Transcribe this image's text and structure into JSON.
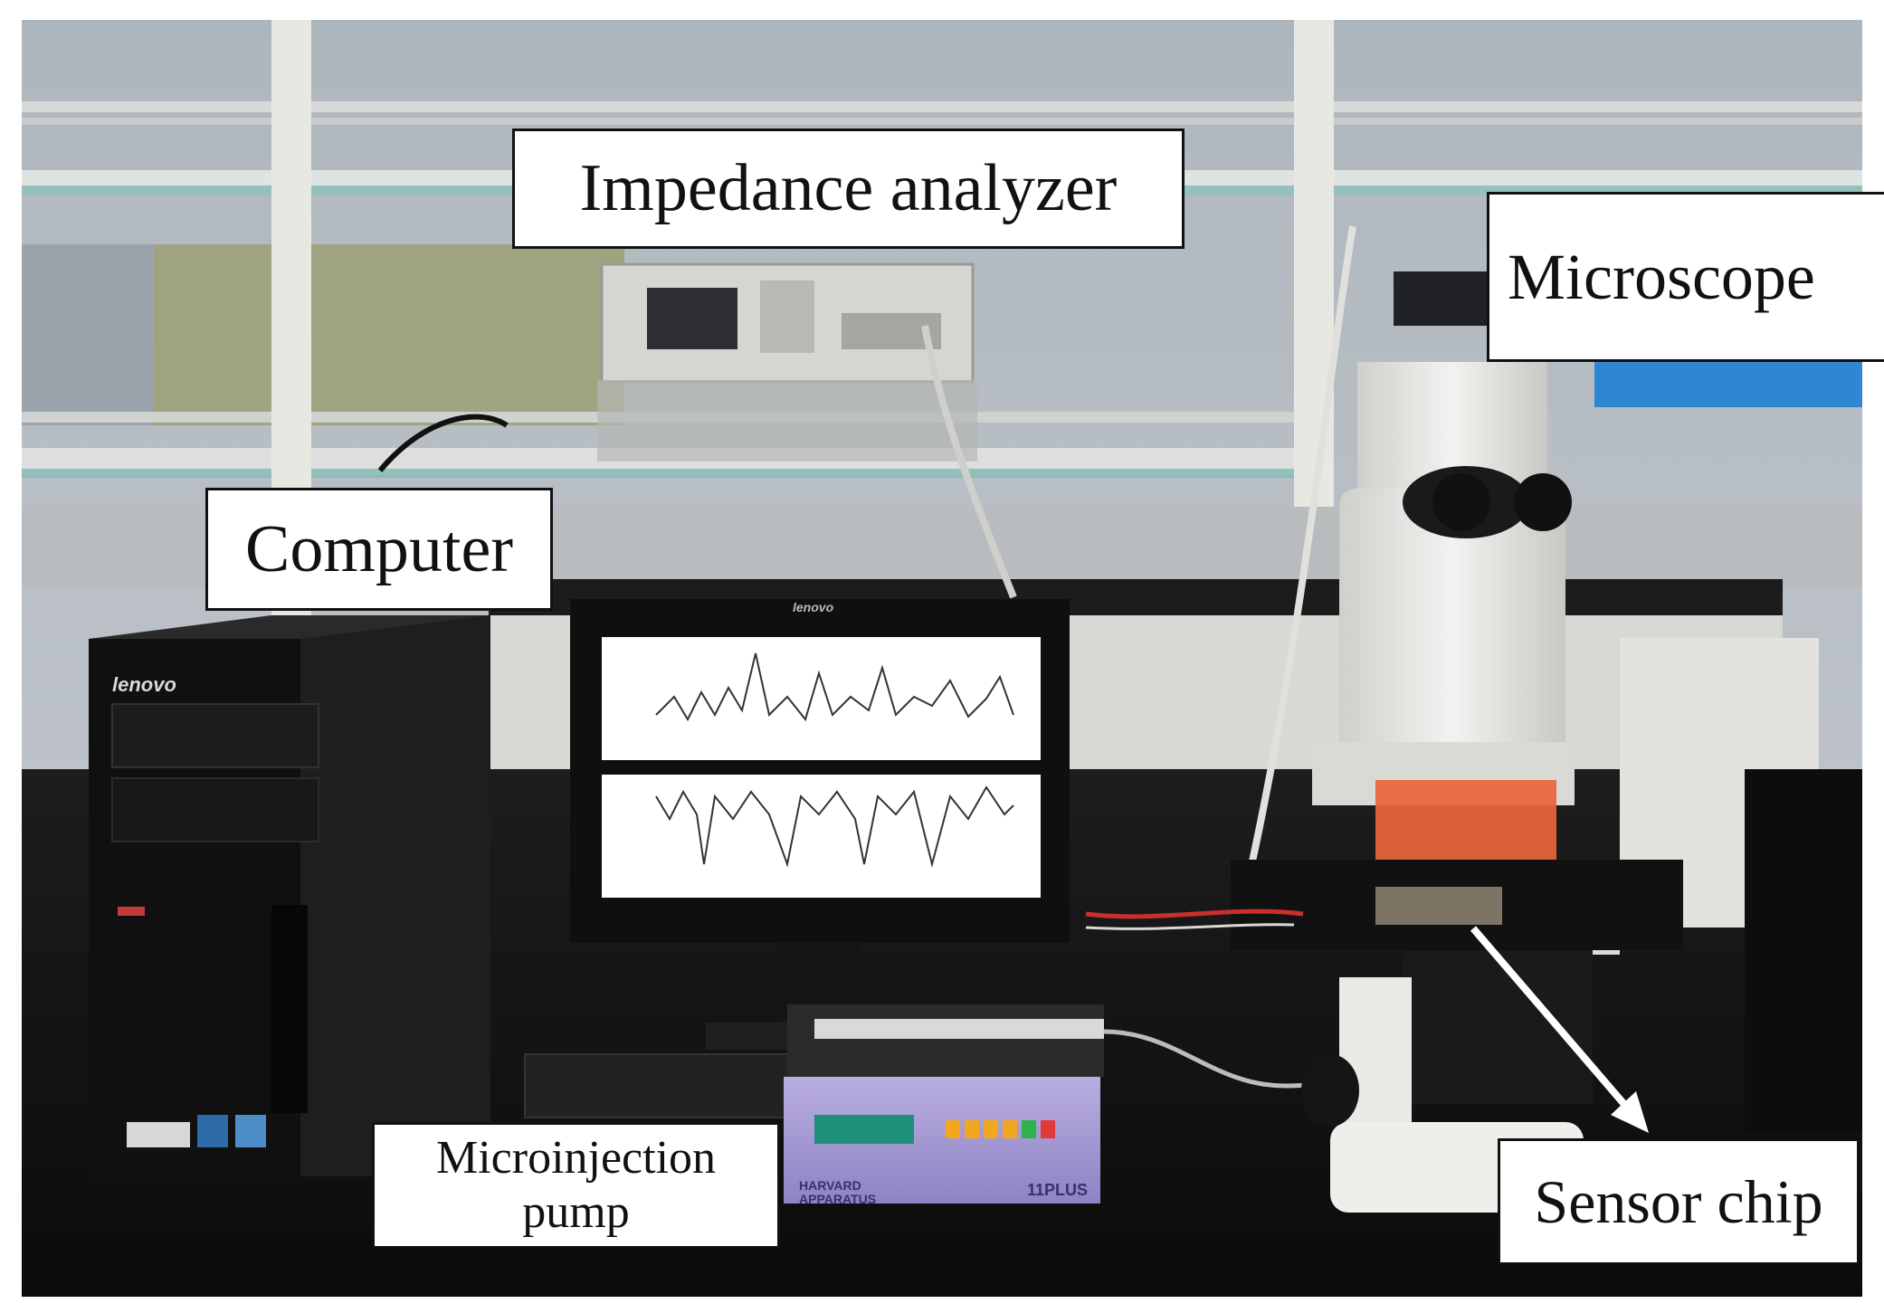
{
  "labels": {
    "impedance_analyzer": "Impedance analyzer",
    "microscope": "Microscope",
    "computer": "Computer",
    "pump_line1": "Microinjection",
    "pump_line2": "pump",
    "sensor_chip": "Sensor chip"
  },
  "brands": {
    "computer": "lenovo",
    "monitor": "lenovo",
    "pump_left": "HARVARD\nAPPARATUS",
    "pump_right": "11PLUS"
  },
  "colors": {
    "background": "#ffffff",
    "bench": "#141414",
    "wall": "#b9c0c6",
    "shelf_edge": "#7fb9b4",
    "pump_body": "#a79ad3",
    "lens_filter": "#e8653a",
    "microscope": "#e9e9e7"
  }
}
